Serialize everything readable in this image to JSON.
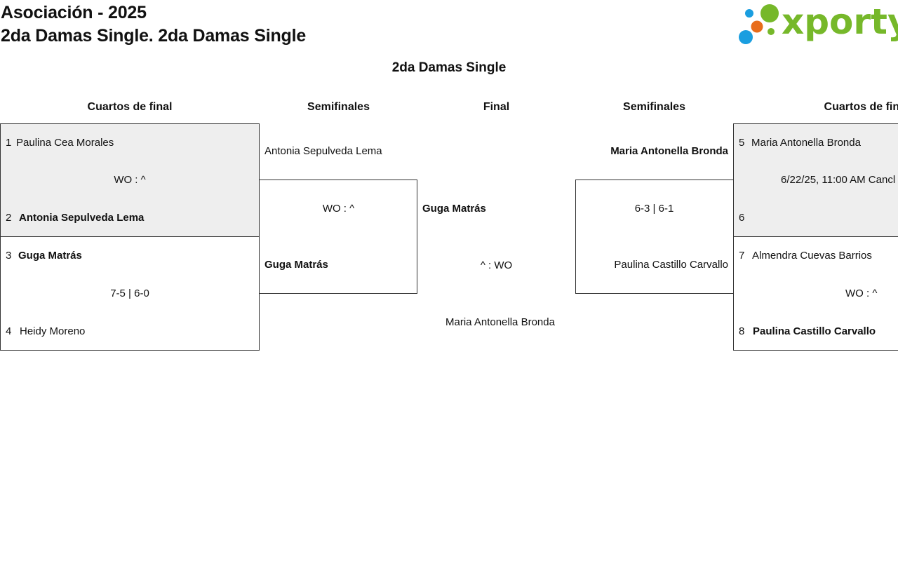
{
  "header": {
    "line1": "Asociación - 2025",
    "line2": "2da Damas Single. 2da Damas Single",
    "logo_text": "xporty",
    "logo_color": "#76b82a",
    "logo_dots": [
      "#76b82a",
      "#1a9ee0",
      "#e86c1a",
      "#1a9ee0"
    ]
  },
  "event_title": "2da Damas Single",
  "rounds": {
    "qf_left": "Cuartos de final",
    "sf_left": "Semifinales",
    "final": "Final",
    "sf_right": "Semifinales",
    "qf_right": "Cuartos de final"
  },
  "qf_left_1": {
    "p1_seed": "1",
    "p1_name": "Paulina Cea Morales",
    "score": "WO : ^",
    "p2_seed": "2",
    "p2_name": "Antonia Sepulveda Lema"
  },
  "qf_left_2": {
    "p1_seed": "3",
    "p1_name": "Guga Matrás",
    "score": "7-5 | 6-0",
    "p2_seed": "4",
    "p2_name": "Heidy Moreno"
  },
  "sf_left": {
    "p1_name": "Antonia Sepulveda Lema",
    "score": "WO : ^",
    "p2_name": "Guga Matrás"
  },
  "final": {
    "p1_name": "Guga Matrás",
    "score": "^ : WO",
    "p2_name": "Maria Antonella Bronda"
  },
  "sf_right": {
    "p1_name": "Maria Antonella Bronda",
    "score": "6-3 | 6-1",
    "p2_name": "Paulina Castillo Carvallo"
  },
  "qf_right_1": {
    "p1_seed": "5",
    "p1_name": "Maria Antonella Bronda",
    "score": "6/22/25, 11:00 AM Cancl",
    "p2_seed": "6",
    "p2_name": ""
  },
  "qf_right_2": {
    "p1_seed": "7",
    "p1_name": "Almendra Cuevas Barrios",
    "score": "WO : ^",
    "p2_seed": "8",
    "p2_name": "Paulina Castillo Carvallo"
  }
}
